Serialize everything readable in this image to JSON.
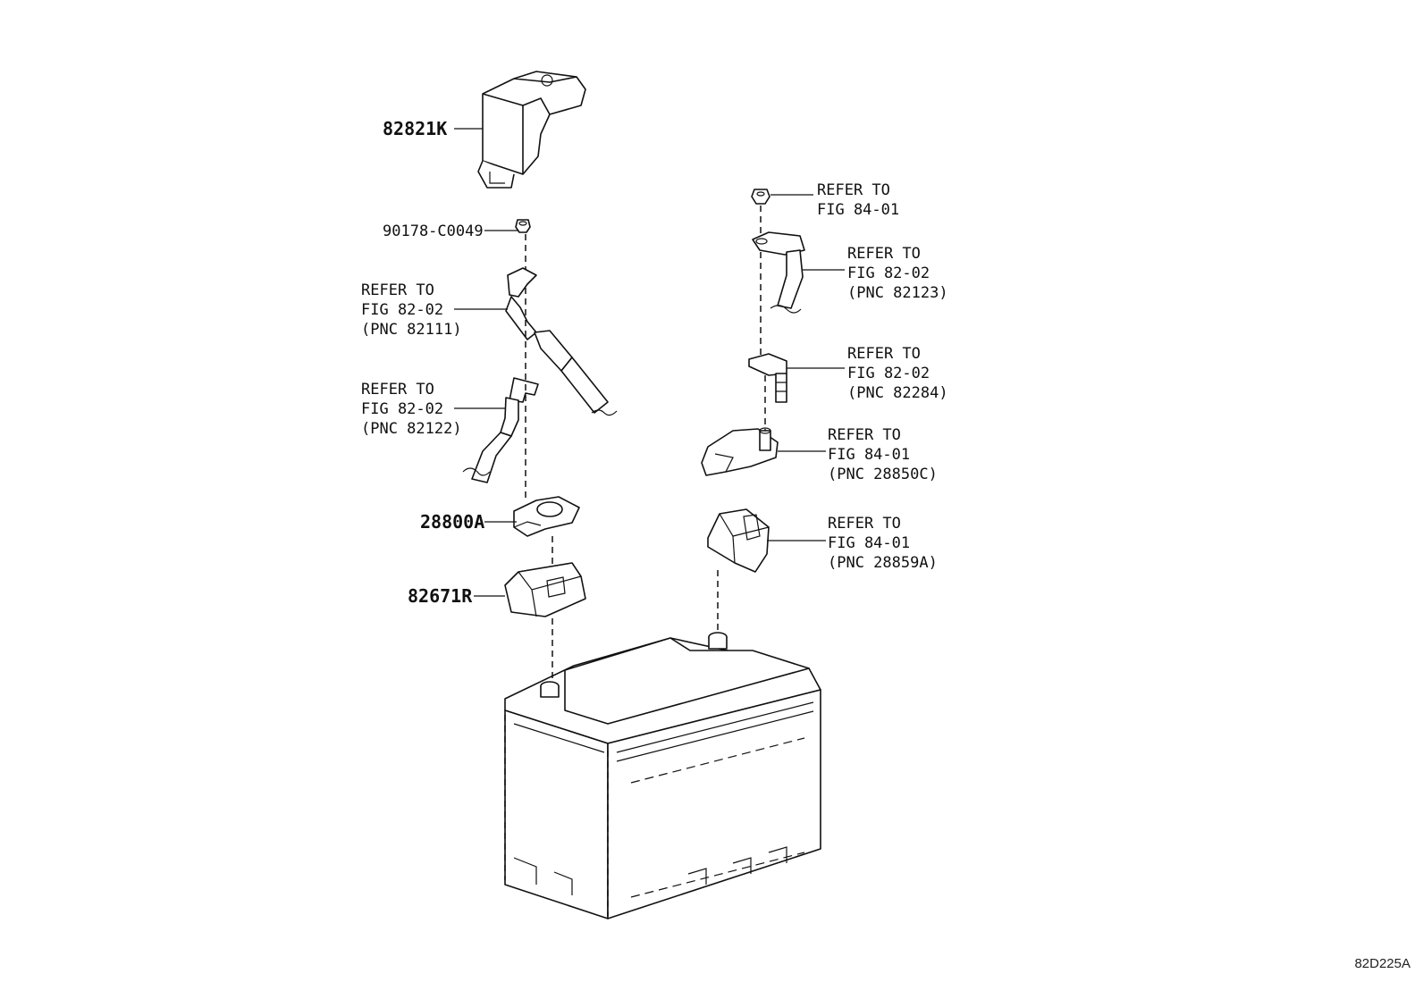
{
  "figure_id": "82D225A",
  "labels": {
    "p82821K": "82821K",
    "p90178": "90178-C0049",
    "r82111": [
      "REFER TO",
      "FIG 82-02",
      "(PNC 82111)"
    ],
    "r82122": [
      "REFER TO",
      "FIG 82-02",
      "(PNC 82122)"
    ],
    "p28800A": "28800A",
    "p82671R": "82671R",
    "r8401": [
      "REFER TO",
      "FIG 84-01"
    ],
    "r82123": [
      "REFER TO",
      "FIG 82-02",
      "(PNC 82123)"
    ],
    "r82284": [
      "REFER TO",
      "FIG 82-02",
      "(PNC 82284)"
    ],
    "r28850C": [
      "REFER TO",
      "FIG 84-01",
      "(PNC 28850C)"
    ],
    "r28859A": [
      "REFER TO",
      "FIG 84-01",
      "(PNC 28859A)"
    ]
  }
}
